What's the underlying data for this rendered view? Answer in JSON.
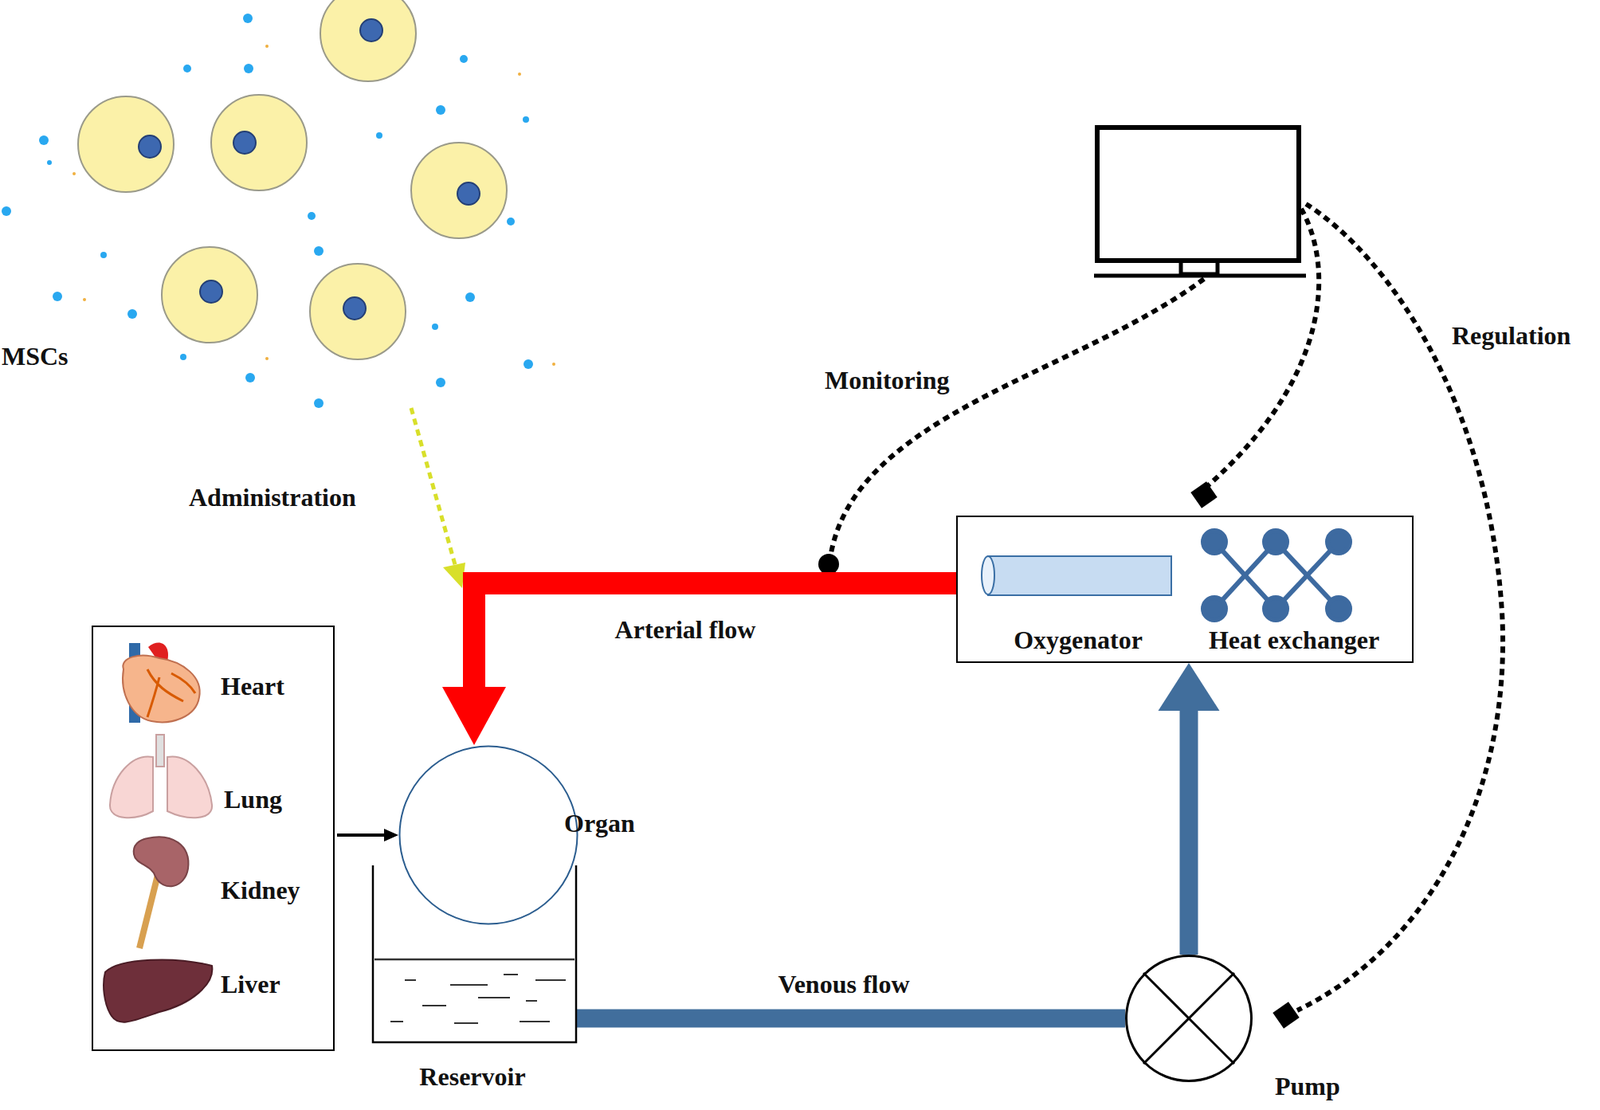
{
  "diagram": {
    "nodes": [
      {
        "text": [
          "Oxygenator",
          "Heat exchanger"
        ]
      },
      {
        "text": [
          "Organ"
        ]
      },
      {
        "text": [
          "Reservoir"
        ]
      },
      {
        "text": [
          "Pump"
        ]
      },
      {
        "text": [
          "Heart",
          "Lung",
          "Kidney",
          "Liver"
        ]
      }
    ],
    "edges": [
      {
        "from": 0,
        "to": 1,
        "arrow": "to",
        "label": "Arterial flow"
      },
      {
        "from": 3,
        "to": 0,
        "arrow": "to"
      },
      {
        "from": 2,
        "to": 3,
        "arrow": "none",
        "label": "Venous flow"
      },
      {
        "from": 4,
        "to": 1,
        "arrow": "to"
      }
    ],
    "labels": [
      "MSCs",
      "Administration",
      "Monitoring",
      "Regulation"
    ]
  }
}
